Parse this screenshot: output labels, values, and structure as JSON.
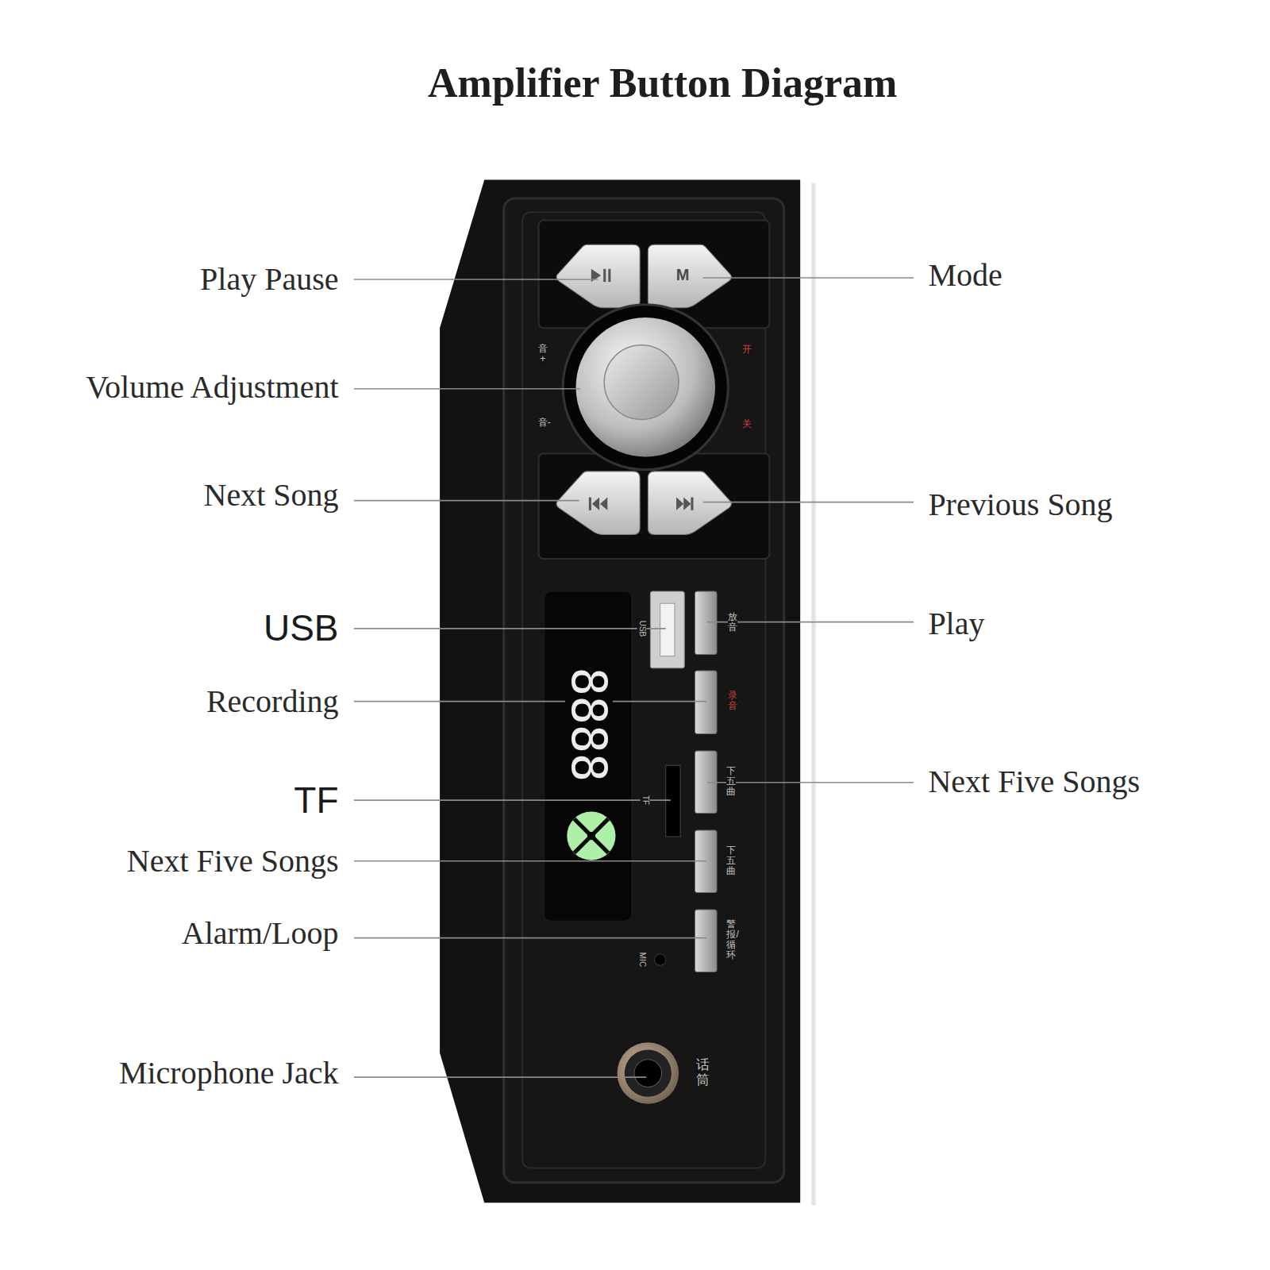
{
  "diagram": {
    "title": "Amplifier Button Diagram",
    "labels": [
      "Play Pause",
      "Mode",
      "M",
      "音+",
      "开",
      "Volume Adjustment",
      "音-",
      "关",
      "Next Song",
      "Previous Song",
      "USB",
      "USB",
      "放音",
      "Play",
      "8888",
      "Recording",
      "录音",
      "TF",
      "TF",
      "下五曲",
      "Next Five Songs",
      "Next Five Songs",
      "下五曲",
      "Alarm/Loop",
      "MIC",
      "警报/循环",
      "Microphone Jack",
      "话筒"
    ]
  }
}
